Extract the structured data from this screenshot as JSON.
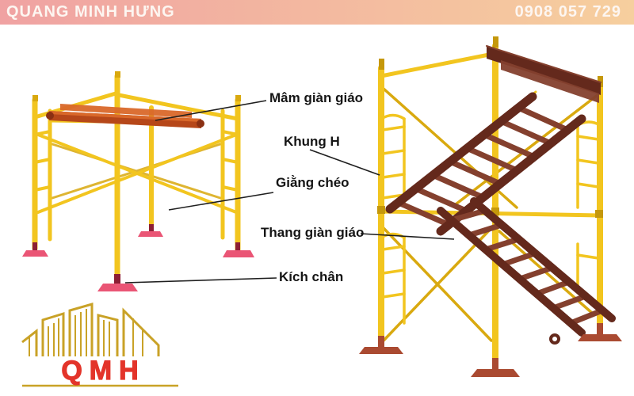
{
  "header": {
    "company_name": "QUANG MINH HƯNG",
    "phone_number": "0908 057 729"
  },
  "diagram": {
    "labels": [
      {
        "id": "mam-gian-giao",
        "text": "Mâm giàn giáo"
      },
      {
        "id": "khung-h",
        "text": "Khung H"
      },
      {
        "id": "giang-cheo",
        "text": "Giằng chéo"
      },
      {
        "id": "thang-gian-giao",
        "text": "Thang giàn giáo"
      },
      {
        "id": "kich-chan",
        "text": "Kích chân"
      }
    ],
    "illustrations": [
      {
        "id": "left-scaffold",
        "description": "Single-level yellow H-frame scaffold with orange platform planks and pink base jacks"
      },
      {
        "id": "right-scaffold",
        "description": "Two-level yellow scaffold tower with brown stair units, top platform and base jacks"
      }
    ]
  },
  "logo": {
    "text": "QMH"
  },
  "colors": {
    "background": "#ffffff",
    "header_grad_left": "#f0a2a2",
    "header_grad_right": "#f6cf9e",
    "header_text": "#fdf6f1",
    "label_text": "#151515",
    "leader_line": "#1f1f1f",
    "frame_yellow": "#f2c51f",
    "frame_yellow_dark": "#d9a90f",
    "frame_yellow_deep": "#c5980b",
    "platform_orange": "#b64719",
    "platform_orange_light": "#d9682a",
    "platform_orange_dark": "#8a3013",
    "stair_brown": "#84402e",
    "stair_brown_dark": "#64291c",
    "base_pink": "#ea5575",
    "base_pink_dark": "#8c1f35",
    "base_red": "#aa4a31",
    "logo_gold": "#c9a227",
    "logo_red": "#e3342a"
  }
}
